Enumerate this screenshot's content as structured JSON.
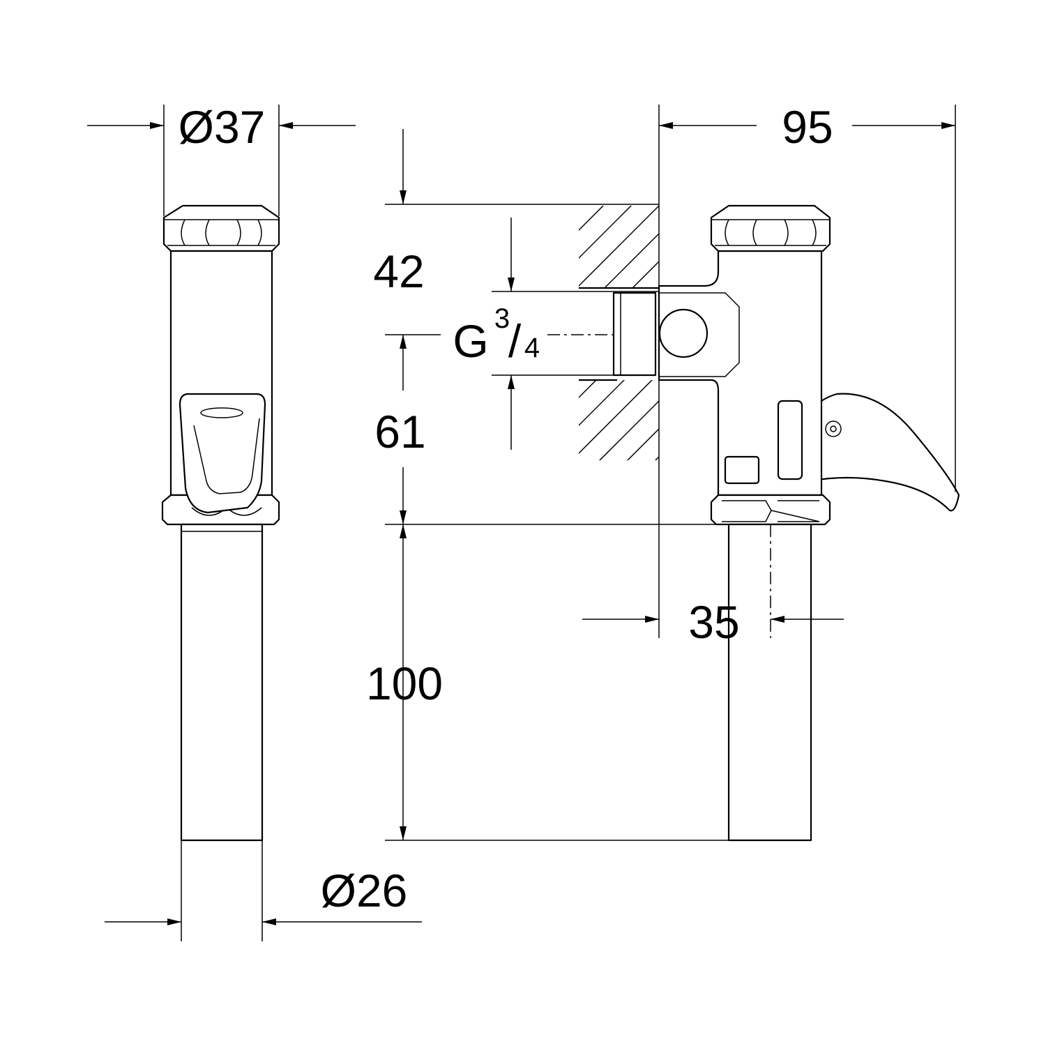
{
  "drawing": {
    "dimensions": {
      "top_diameter": "Ø37",
      "depth": "95",
      "top_height": "42",
      "thread_letter": "G",
      "thread_numerator": "3",
      "thread_slash": "/",
      "thread_denominator": "4",
      "mid_height": "61",
      "pipe_length": "100",
      "pipe_offset": "35",
      "pipe_diameter": "Ø26"
    }
  }
}
